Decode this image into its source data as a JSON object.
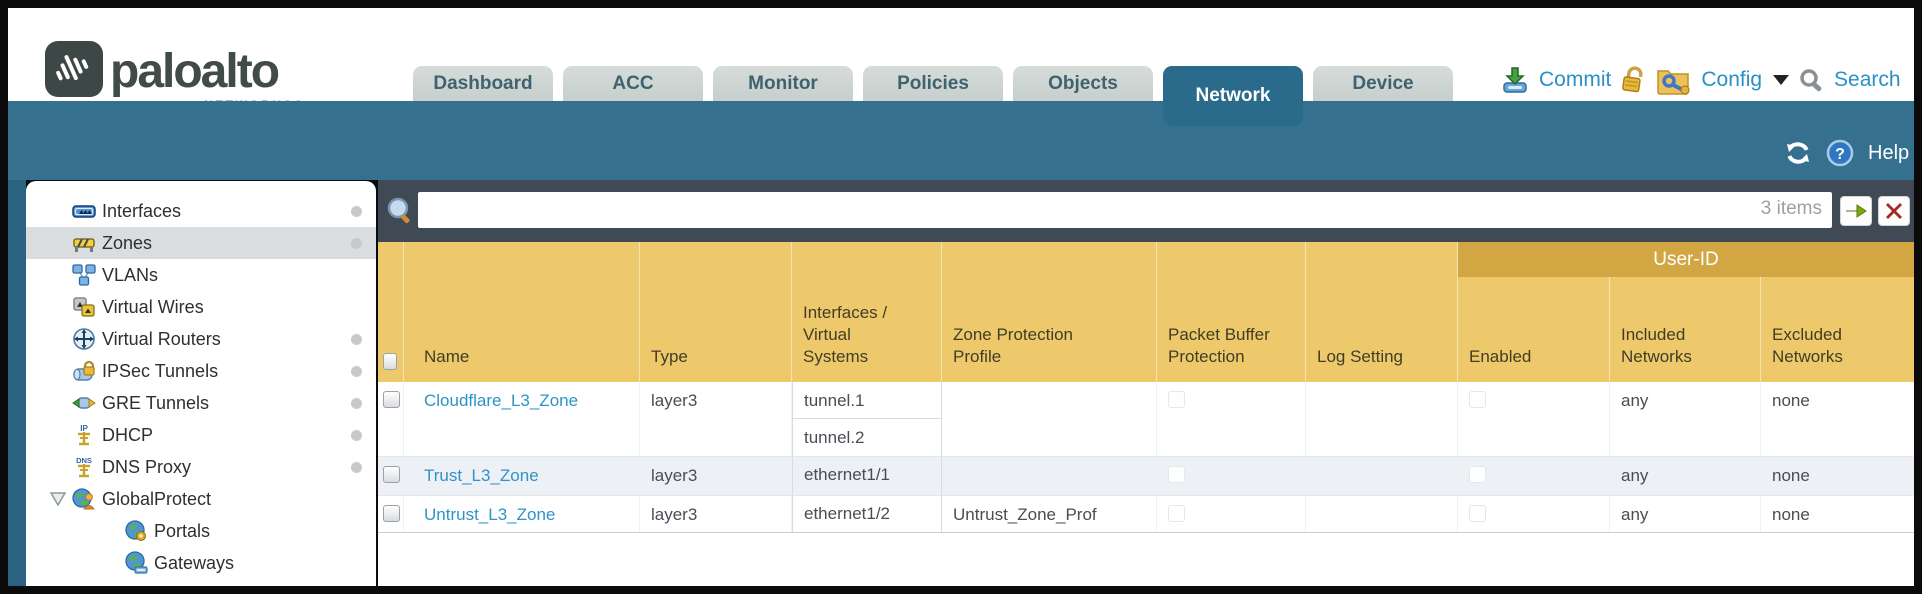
{
  "brand": {
    "logo_text": "paloalto",
    "logo_sub": "NETWORKS®"
  },
  "tabs": [
    {
      "label": "Dashboard"
    },
    {
      "label": "ACC"
    },
    {
      "label": "Monitor"
    },
    {
      "label": "Policies"
    },
    {
      "label": "Objects"
    },
    {
      "label": "Network",
      "active": true
    },
    {
      "label": "Device"
    }
  ],
  "header_actions": {
    "commit": "Commit",
    "config": "Config",
    "search": "Search"
  },
  "band": {
    "help": "Help"
  },
  "sidebar": {
    "items": [
      {
        "label": "Interfaces"
      },
      {
        "label": "Zones"
      },
      {
        "label": "VLANs"
      },
      {
        "label": "Virtual Wires"
      },
      {
        "label": "Virtual Routers"
      },
      {
        "label": "IPSec Tunnels"
      },
      {
        "label": "GRE Tunnels"
      },
      {
        "label": "DHCP"
      },
      {
        "label": "DNS Proxy"
      },
      {
        "label": "GlobalProtect"
      },
      {
        "label": "Portals"
      },
      {
        "label": "Gateways"
      }
    ]
  },
  "filter": {
    "count": "3 items"
  },
  "table": {
    "group_header": "User-ID",
    "columns": [
      "Name",
      "Type",
      "Interfaces / Virtual Systems",
      "Zone Protection Profile",
      "Packet Buffer Protection",
      "Log Setting",
      "Enabled",
      "Included Networks",
      "Excluded Networks"
    ],
    "rows": [
      {
        "name": "Cloudflare_L3_Zone",
        "type": "layer3",
        "interfaces": [
          "tunnel.1",
          "tunnel.2"
        ],
        "zone_protection_profile": "",
        "log_setting": "",
        "included_networks": "any",
        "excluded_networks": "none"
      },
      {
        "name": "Trust_L3_Zone",
        "type": "layer3",
        "interfaces": [
          "ethernet1/1"
        ],
        "zone_protection_profile": "",
        "log_setting": "",
        "included_networks": "any",
        "excluded_networks": "none"
      },
      {
        "name": "Untrust_L3_Zone",
        "type": "layer3",
        "interfaces": [
          "ethernet1/2"
        ],
        "zone_protection_profile": "Untrust_Zone_Prof",
        "log_setting": "",
        "included_networks": "any",
        "excluded_networks": "none"
      }
    ]
  },
  "colors": {
    "teal_band": "#35718f",
    "active_tab": "#2a6a8b",
    "gold_header": "#edc96c",
    "user_id_band": "#d2a643",
    "link_blue": "#2e93c8",
    "action_blue": "#2b8fc8",
    "filter_bar": "#3f4a54"
  }
}
